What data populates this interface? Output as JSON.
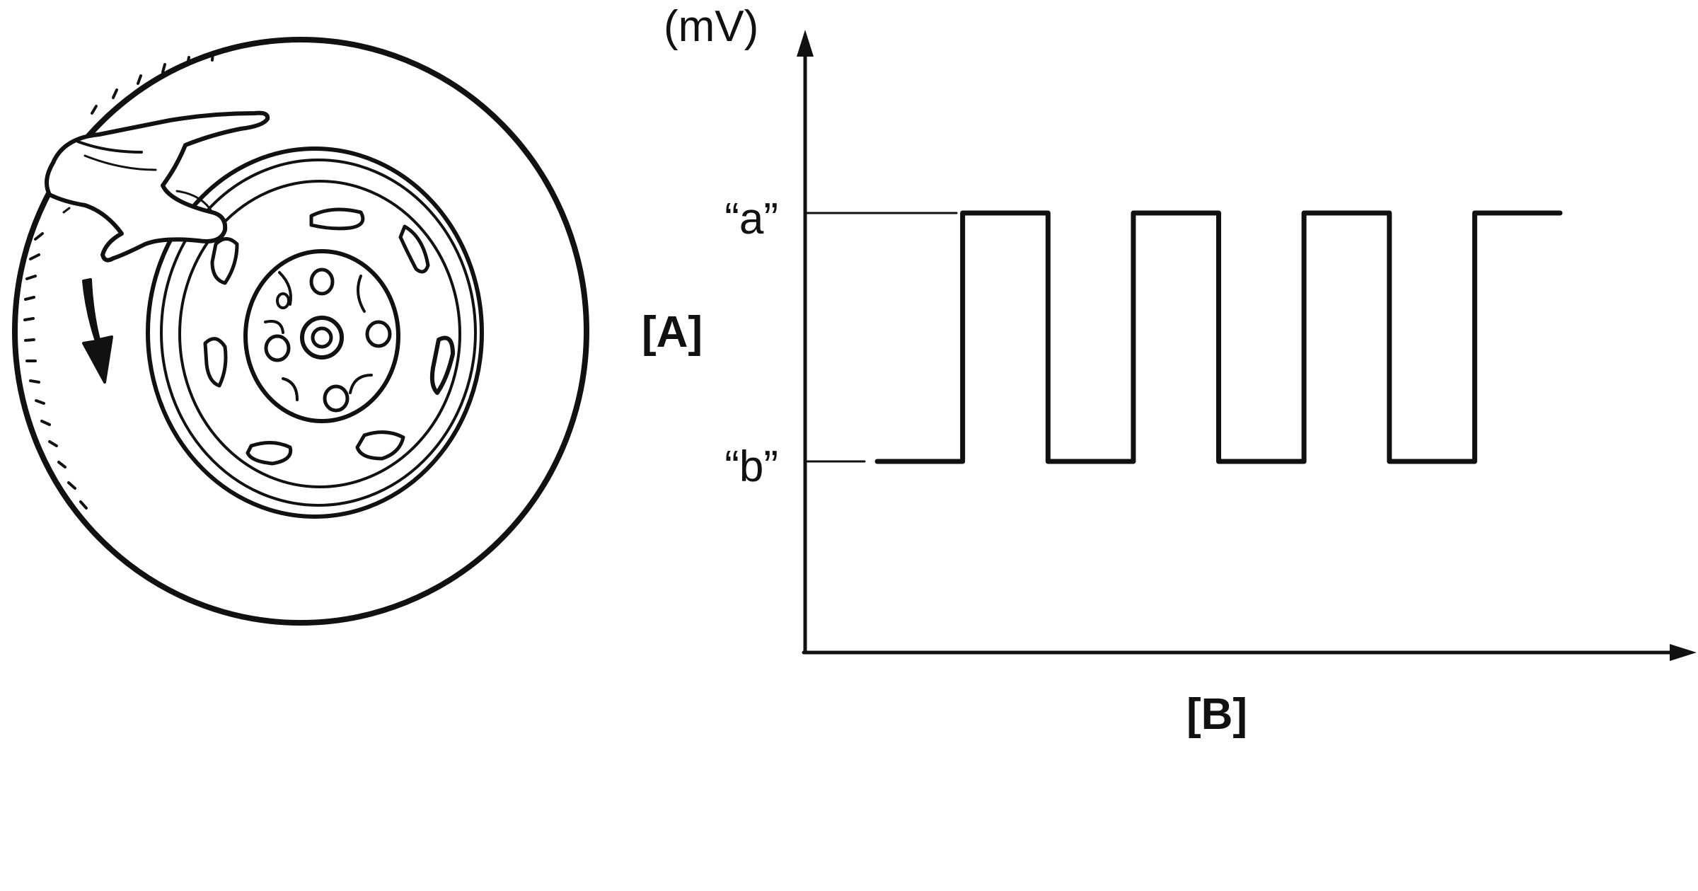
{
  "labels": {
    "unit": "(mV)",
    "level_a": "“a”",
    "level_b": "“b”",
    "axis_y": "[A]",
    "axis_x": "[B]"
  },
  "illustration": {
    "subject": "wheel with tire rotated by hand",
    "icons": [
      "wheel-icon",
      "hand-icon",
      "rotation-arrow-icon"
    ]
  },
  "chart_data": {
    "type": "line",
    "series": [
      {
        "values": [
          "b",
          "a",
          "b",
          "a",
          "b",
          "a",
          "b",
          "a"
        ]
      }
    ],
    "levels": [
      "“a”",
      "“b”"
    ],
    "unit": "(mV)",
    "xlabel": "[B]",
    "ylabel": "[A]",
    "grid": false
  },
  "colors": {
    "ink": "#111111",
    "background": "#ffffff"
  }
}
